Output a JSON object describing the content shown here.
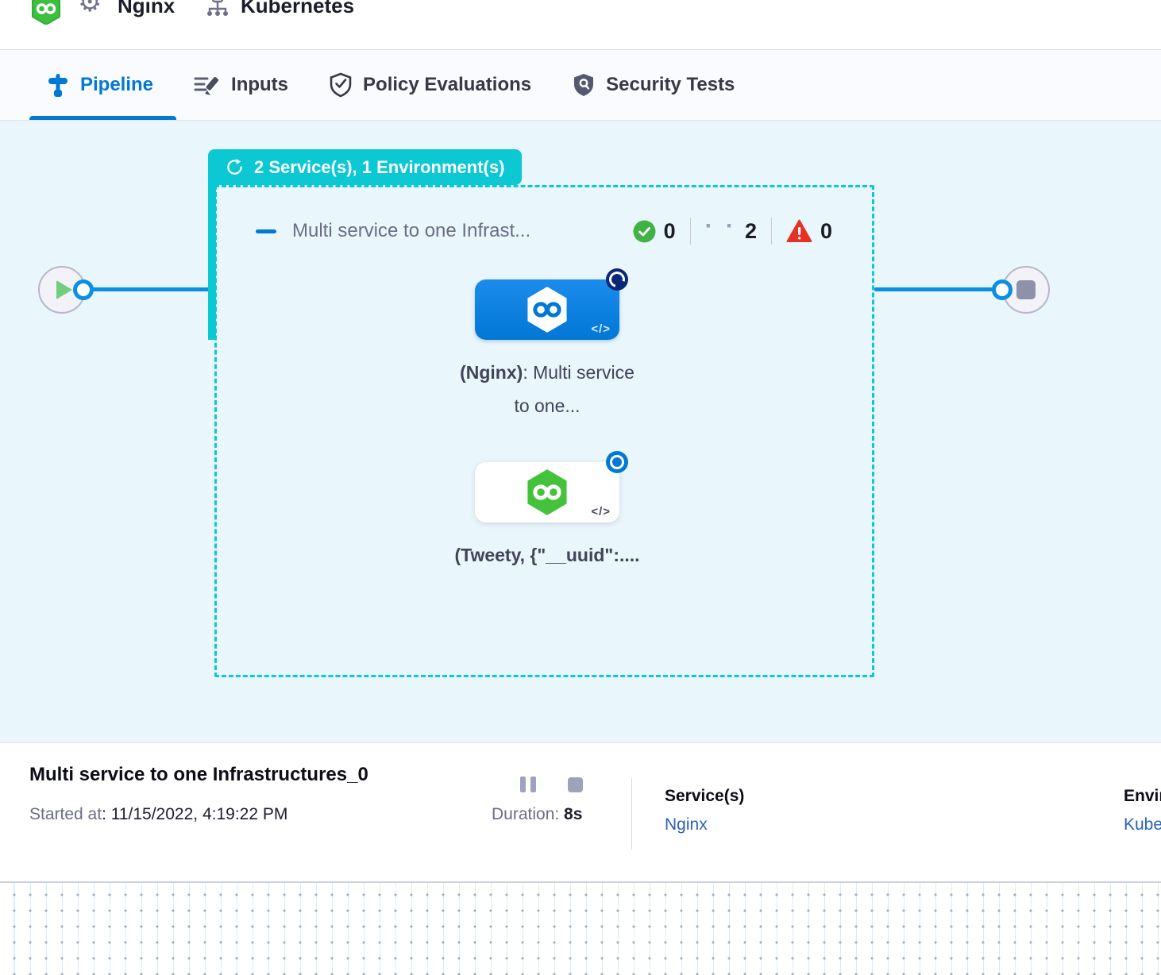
{
  "header": {
    "pipeline_name": "Nginx",
    "environment_name": "Kubernetes"
  },
  "tabs": {
    "pipeline": "Pipeline",
    "inputs": "Inputs",
    "policy": "Policy Evaluations",
    "security": "Security Tests"
  },
  "canvas": {
    "stage_badge_label": "2 Service(s), 1 Environment(s)",
    "stage_title": "Multi service to one Infrast...",
    "counts": {
      "success": "0",
      "running": "2",
      "failed": "0"
    },
    "running_dots": "· ·",
    "node1": {
      "bold": "(Nginx)",
      "rest": ": Multi service to one...",
      "code_icon": "</>"
    },
    "node2": {
      "bold": "(Tweety, {\"__uuid\":....",
      "code_icon": "</>"
    }
  },
  "footer": {
    "title": "Multi service to one Infrastructures_0",
    "started_label": "Started at",
    "started_value": ": 11/15/2022, 4:19:22 PM",
    "duration_label": "Duration: ",
    "duration_value": "8s",
    "services_label": "Service(s)",
    "services_value": "Nginx",
    "environment_label": "Environment(s)",
    "environment_value": "Kubernetes"
  },
  "colors": {
    "teal": "#0BC8D2",
    "primary_blue": "#0278D5",
    "canvas_bg": "#E9F6FC",
    "success_green": "#42B244",
    "error_red": "#E43326"
  }
}
